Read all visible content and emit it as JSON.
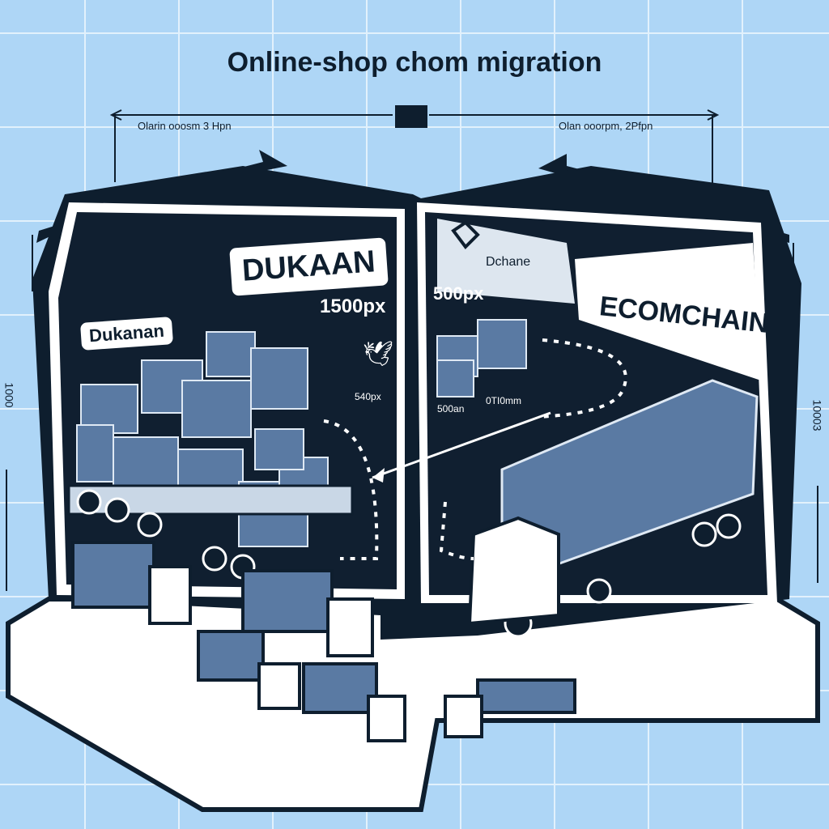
{
  "title": "Online-shop chom migration",
  "dimension_left": "Olarin ooosm 3 Hpn",
  "dimension_right": "Olan ooorpm, 2Pfpn",
  "side_left": "1000",
  "side_right": "10003",
  "left_panel": {
    "brand_large": "DUKAAN",
    "brand_small": "Dukanan",
    "size_label": "1500px",
    "small_label": "540px"
  },
  "right_panel": {
    "tab_label": "Dchane",
    "brand": "ECOMCHAIN",
    "size_label": "500px",
    "small_label_a": "500an",
    "small_label_b": "0TI0mm"
  },
  "colors": {
    "background": "#aed6f6",
    "frame": "#0e1e2e",
    "accent": "#ffffff"
  }
}
